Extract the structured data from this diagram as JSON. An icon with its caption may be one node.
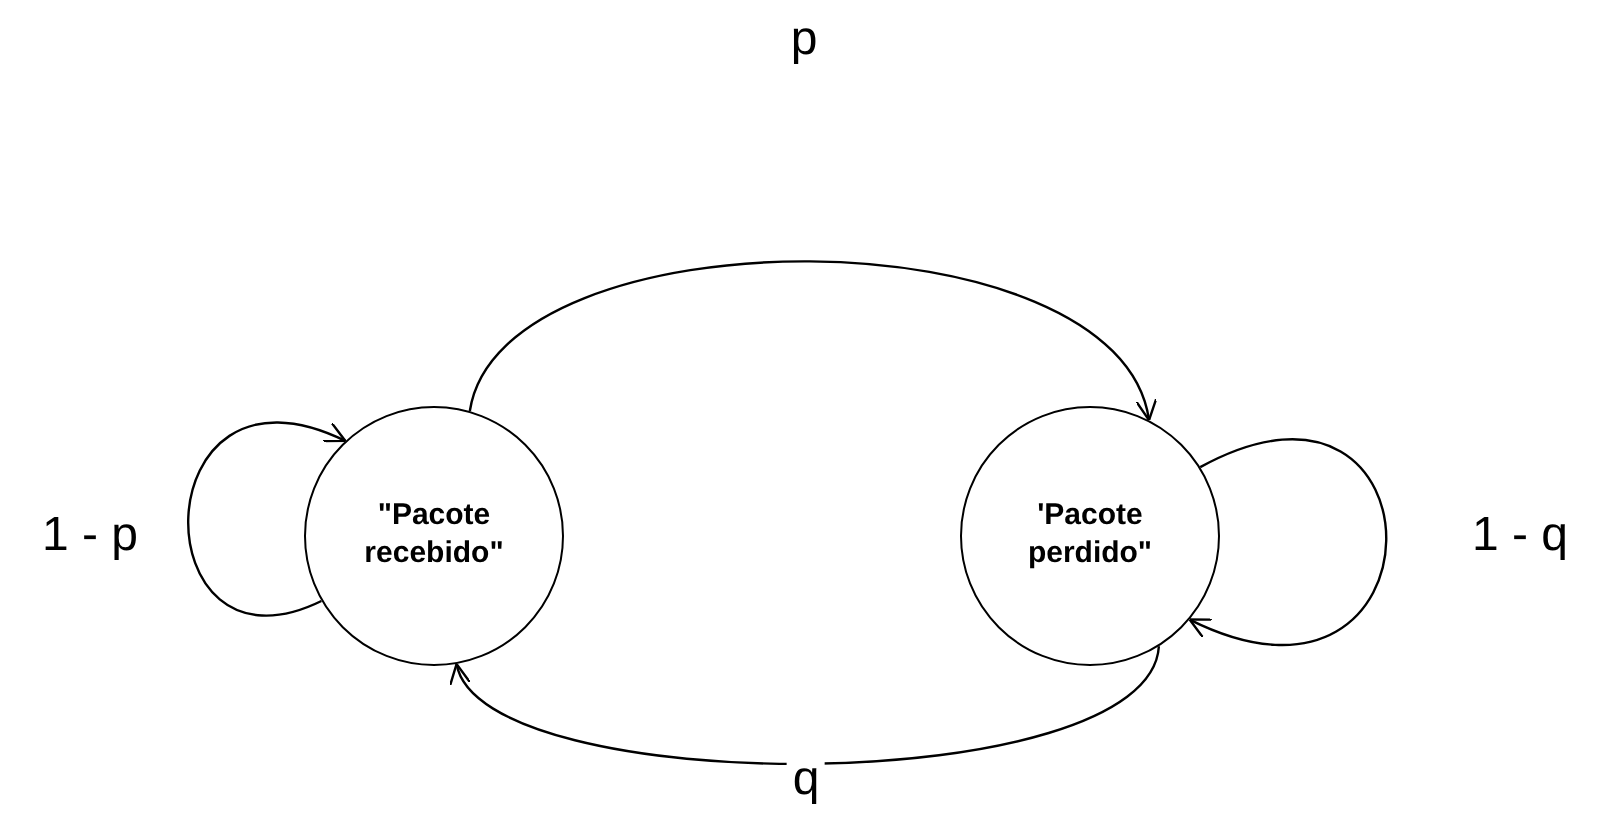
{
  "diagram": {
    "nodes": [
      {
        "text": [
          "\"Pacote recebido\""
        ]
      },
      {
        "text": [
          "'Pacote perdido\""
        ]
      }
    ],
    "edges": [
      {
        "from": 0,
        "to": 1,
        "arrow": "to",
        "label": "p"
      },
      {
        "from": 1,
        "to": 0,
        "arrow": "to",
        "label": "q"
      },
      {
        "from": 0,
        "to": 0,
        "arrow": "to",
        "label": "1 - p"
      },
      {
        "from": 1,
        "to": 1,
        "arrow": "to",
        "label": "1 - q"
      }
    ]
  }
}
